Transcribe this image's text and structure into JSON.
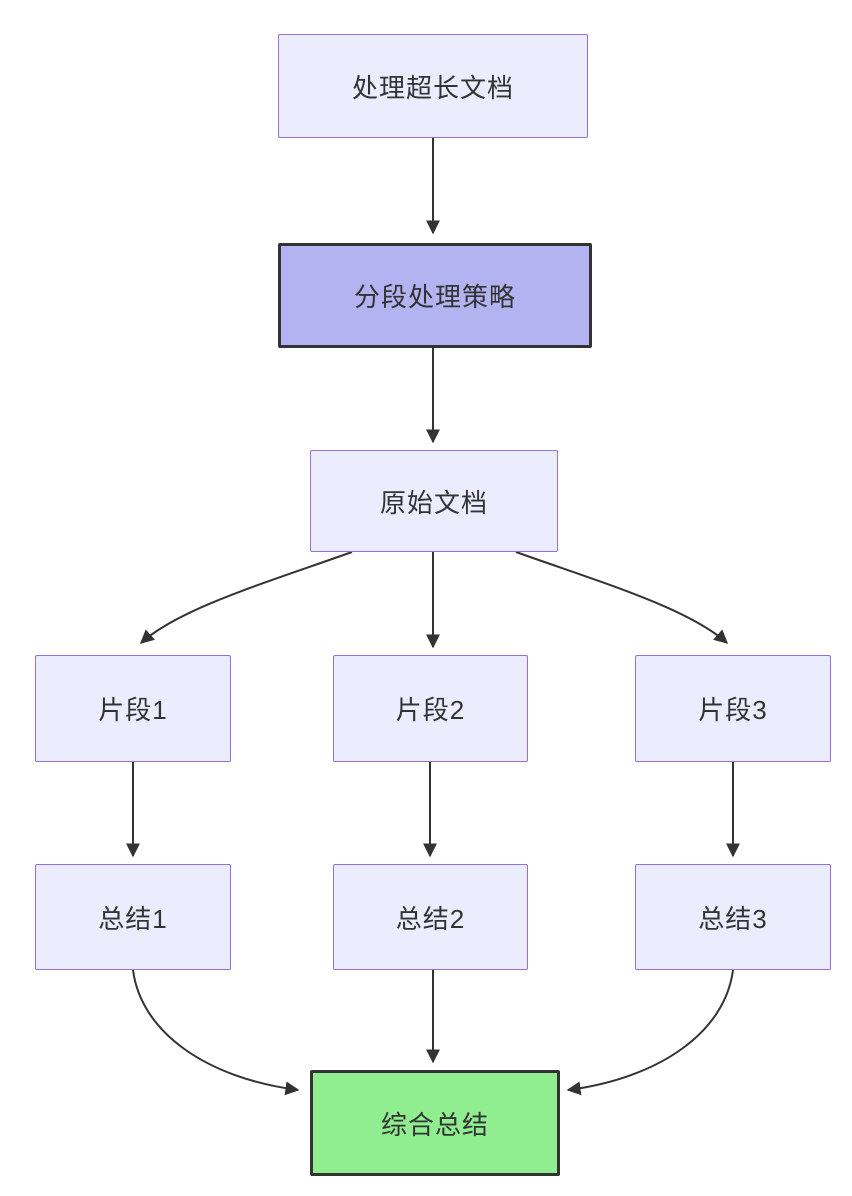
{
  "diagram": {
    "type": "flowchart",
    "direction": "top-down",
    "nodes": {
      "start": {
        "label": "处理超长文档"
      },
      "strategy": {
        "label": "分段处理策略"
      },
      "original": {
        "label": "原始文档"
      },
      "frag1": {
        "label": "片段1"
      },
      "frag2": {
        "label": "片段2"
      },
      "frag3": {
        "label": "片段3"
      },
      "sum1": {
        "label": "总结1"
      },
      "sum2": {
        "label": "总结2"
      },
      "sum3": {
        "label": "总结3"
      },
      "final": {
        "label": "综合总结"
      }
    },
    "edges": [
      {
        "from": "start",
        "to": "strategy"
      },
      {
        "from": "strategy",
        "to": "original"
      },
      {
        "from": "original",
        "to": "frag1"
      },
      {
        "from": "original",
        "to": "frag2"
      },
      {
        "from": "original",
        "to": "frag3"
      },
      {
        "from": "frag1",
        "to": "sum1"
      },
      {
        "from": "frag2",
        "to": "sum2"
      },
      {
        "from": "frag3",
        "to": "sum3"
      },
      {
        "from": "sum1",
        "to": "final"
      },
      {
        "from": "sum2",
        "to": "final"
      },
      {
        "from": "sum3",
        "to": "final"
      }
    ],
    "colors": {
      "node_fill": "#ECECFF",
      "node_border": "#9370DB",
      "highlight_fill": "#b3b3f1",
      "highlight_border": "#333333",
      "final_fill": "#90EE90",
      "final_border": "#333333",
      "edge": "#333333",
      "text": "#333333",
      "background": "#ffffff"
    }
  }
}
